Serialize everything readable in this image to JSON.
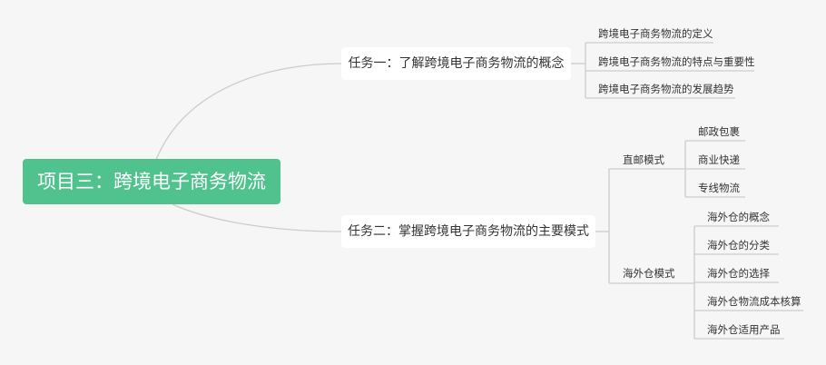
{
  "root": {
    "label": "项目三：跨境电子商务物流"
  },
  "branches": [
    {
      "label": "任务一：了解跨境电子商务物流的概念",
      "children": [
        "跨境电子商务物流的定义",
        "跨境电子商务物流的特点与重要性",
        "跨境电子商务物流的发展趋势"
      ]
    },
    {
      "label": "任务二：掌握跨境电子商务物流的主要模式",
      "groups": [
        {
          "label": "直邮模式",
          "children": [
            "邮政包裹",
            "商业快递",
            "专线物流"
          ]
        },
        {
          "label": "海外仓模式",
          "children": [
            "海外仓的概念",
            "海外仓的分类",
            "海外仓的选择",
            "海外仓物流成本核算",
            "海外仓适用产品"
          ]
        }
      ]
    }
  ],
  "colors": {
    "root_fill": "#50c28d",
    "connector": "#cccccc",
    "background": "#f6f6f6"
  }
}
